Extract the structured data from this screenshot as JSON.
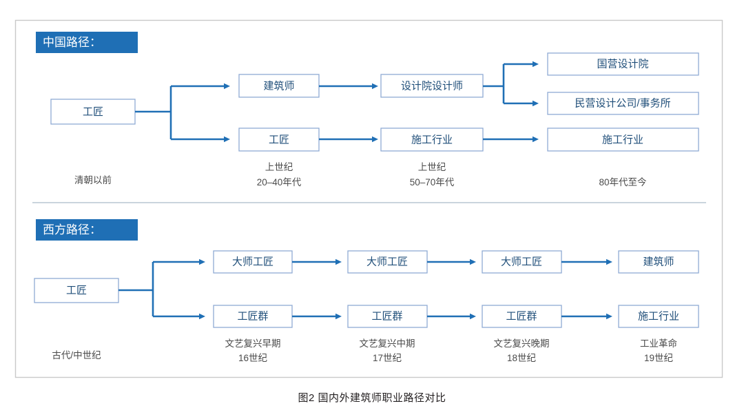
{
  "figure": {
    "caption": "图2  国内外建筑师职业路径对比",
    "frame_color": "#c9c9c9",
    "accent_color": "#1f6fb5",
    "box_border_color": "#8faad4",
    "box_text_color": "#1f4e79"
  },
  "sections": [
    {
      "id": "china",
      "badge": "中国路径：",
      "root": {
        "label": "工匠"
      },
      "columns": [
        {
          "era": [
            "清朝以前"
          ]
        },
        {
          "era": [
            "上世纪",
            "20–40年代"
          ]
        },
        {
          "era": [
            "上世纪",
            "50–70年代"
          ]
        },
        {
          "era": [
            "80年代至今"
          ]
        }
      ],
      "nodes": {
        "col2_top": "建筑师",
        "col2_bottom": "工匠",
        "col3_top": "设计院设计师",
        "col3_bottom": "施工行业",
        "col4_top": "国营设计院",
        "col4_mid": "民营设计公司/事务所",
        "col4_bottom": "施工行业"
      }
    },
    {
      "id": "west",
      "badge": "西方路径：",
      "root": {
        "label": "工匠"
      },
      "columns": [
        {
          "era": [
            "古代/中世纪"
          ]
        },
        {
          "era": [
            "文艺复兴早期",
            "16世纪"
          ]
        },
        {
          "era": [
            "文艺复兴中期",
            "17世纪"
          ]
        },
        {
          "era": [
            "文艺复兴晚期",
            "18世纪"
          ]
        },
        {
          "era": [
            "工业革命",
            "19世纪"
          ]
        }
      ],
      "nodes": {
        "col2_top": "大师工匠",
        "col2_bottom": "工匠群",
        "col3_top": "大师工匠",
        "col3_bottom": "工匠群",
        "col4_top": "大师工匠",
        "col4_bottom": "工匠群",
        "col5_top": "建筑师",
        "col5_bottom": "施工行业"
      }
    }
  ]
}
